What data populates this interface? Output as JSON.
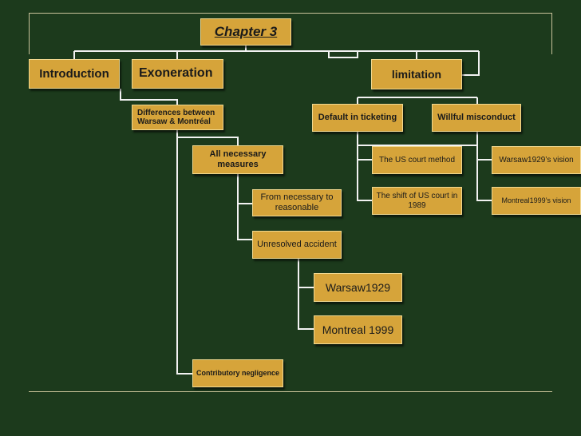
{
  "diagram": {
    "root": "Chapter 3",
    "nodes": {
      "introduction": "Introduction",
      "exoneration": "Exoneration",
      "limitation": "limitation",
      "differences": "Differences between Warsaw & Montréal",
      "all_necessary": "All necessary measures",
      "from_necessary": "From necessary to reasonable",
      "unresolved": "Unresolved accident",
      "warsaw1929": "Warsaw1929",
      "montreal1999": "Montreal 1999",
      "contributory": "Contributory negligence",
      "default_ticketing": "Default in ticketing",
      "willful": "Willful misconduct",
      "us_court_method": "The US court method",
      "shift_us_court": "The shift of US court in 1989",
      "warsaw_vision": "Warsaw1929’s vision",
      "montreal_vision": "Montreal1999’s vision"
    }
  },
  "colors": {
    "background": "#1c3a1c",
    "box_fill": "#d6a43a",
    "connector": "#f2f2f2",
    "frame": "#c9c39a"
  }
}
